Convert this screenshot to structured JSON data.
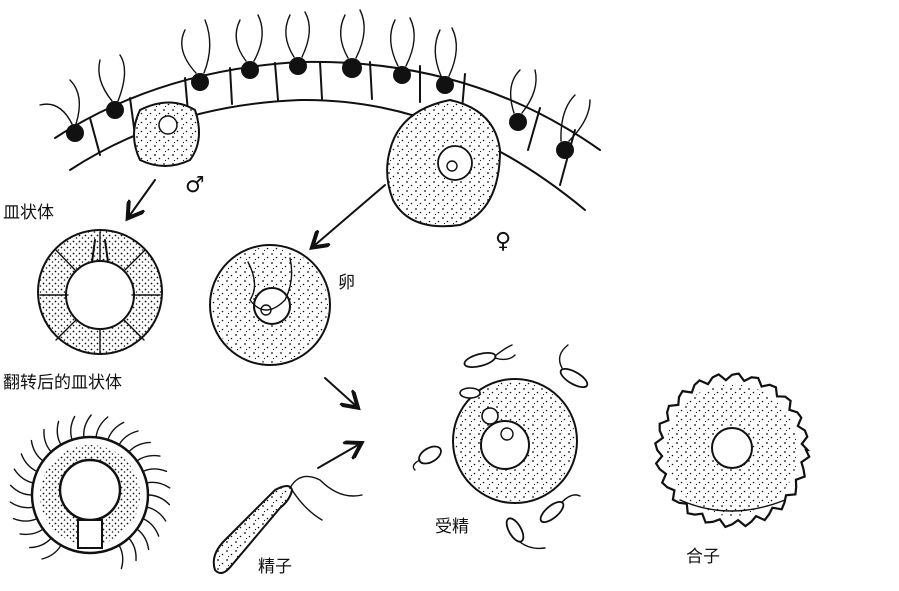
{
  "labels": {
    "male_symbol": "♂",
    "female_symbol": "♀",
    "phialide": "皿状体",
    "inverted_phialide": "翻转后的皿状体",
    "egg": "卵",
    "sperm": "精子",
    "fertilization": "受精",
    "zygote": "合子"
  },
  "colors": {
    "ink": "#111111",
    "background": "#ffffff"
  }
}
